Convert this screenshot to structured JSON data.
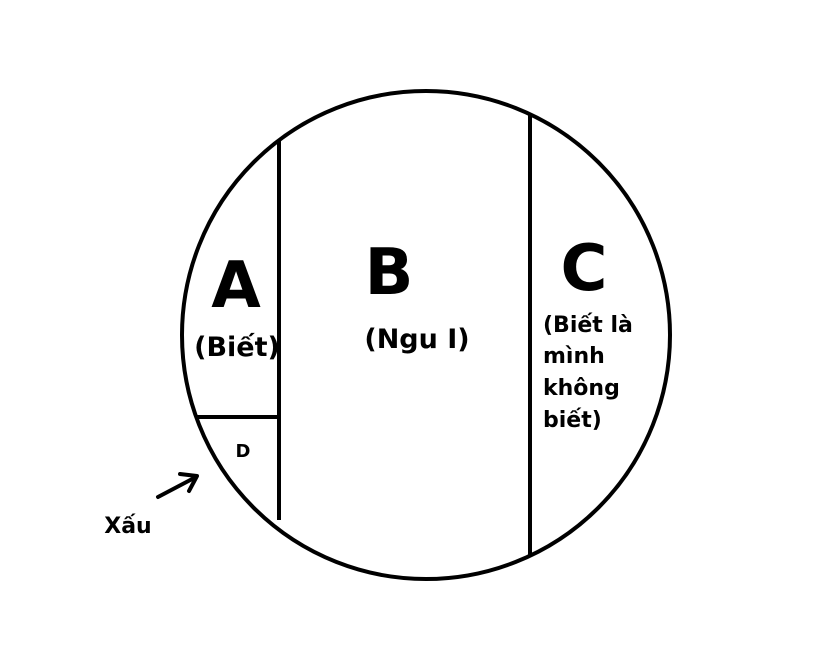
{
  "regions": {
    "a": {
      "letter": "A",
      "caption": "(Biết)"
    },
    "b": {
      "letter": "B",
      "caption": "(Ngu I)"
    },
    "c": {
      "letter": "C",
      "caption_lines": [
        "(Biết là",
        "mình",
        "không",
        "biết)"
      ]
    },
    "d": {
      "letter": "D"
    }
  },
  "pointer": {
    "label": "Xấu"
  }
}
